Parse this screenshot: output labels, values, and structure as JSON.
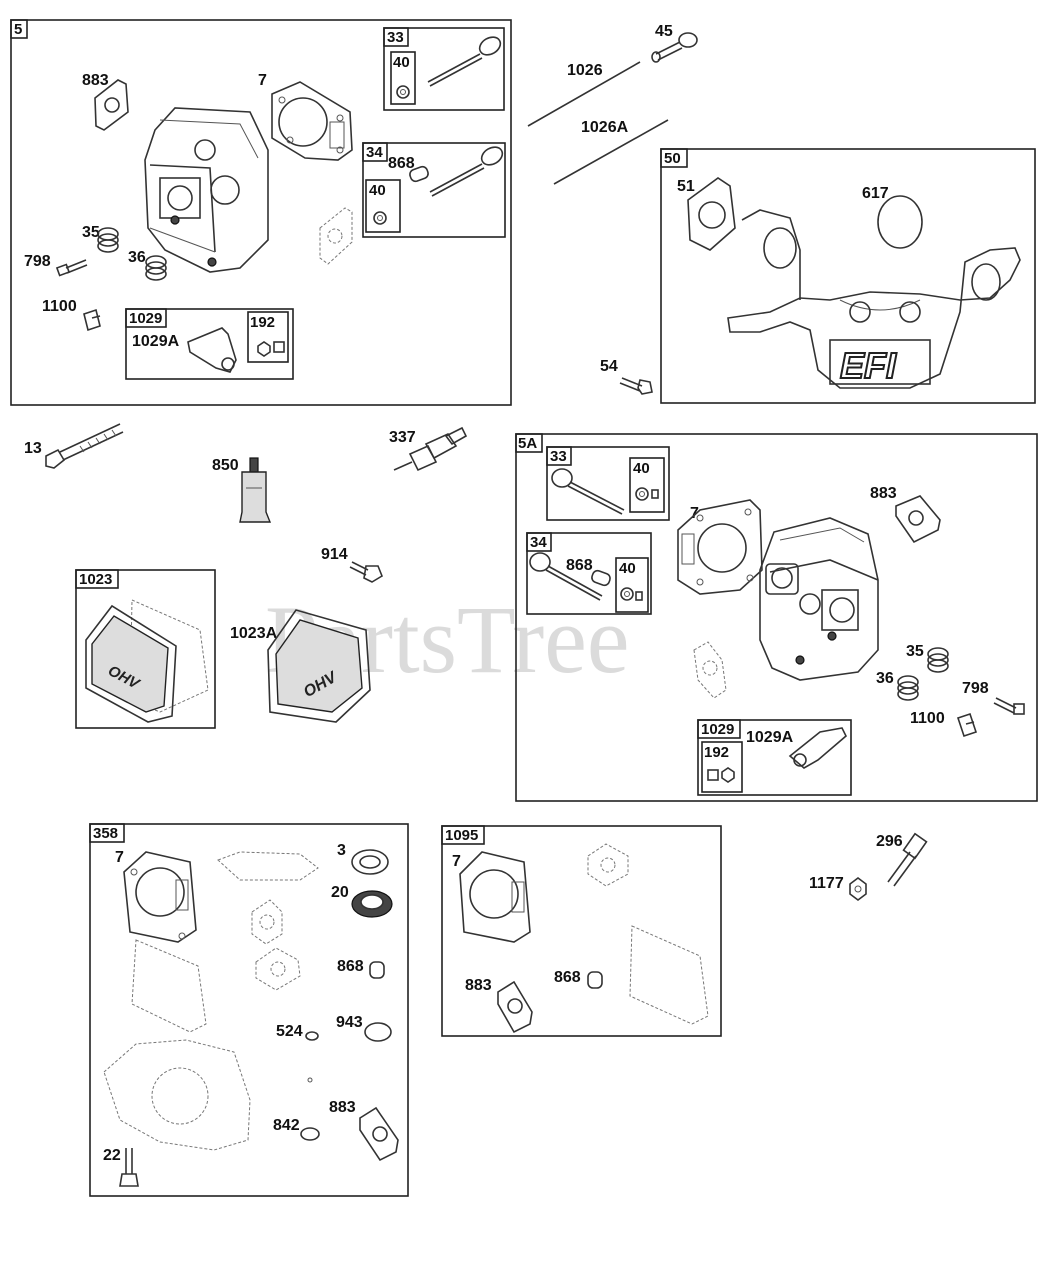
{
  "watermark": "PartsTree",
  "box_tags": {
    "b5": "5",
    "b33a": "33",
    "b40a": "40",
    "b34a": "34",
    "b40b": "40",
    "b1029a": "1029",
    "b192a": "192",
    "b50": "50",
    "b5A": "5A",
    "b33b": "33",
    "b40c": "40",
    "b34b": "34",
    "b40d": "40",
    "b1029b": "1029",
    "b192b": "192",
    "b1023": "1023",
    "b358": "358",
    "b1095": "1095"
  },
  "labels": {
    "l883a": "883",
    "l7a": "7",
    "l868a": "868",
    "l35a": "35",
    "l798a": "798",
    "l36a": "36",
    "l1100a": "1100",
    "l1029Aa": "1029A",
    "l45": "45",
    "l1026": "1026",
    "l1026A": "1026A",
    "l51": "51",
    "l617": "617",
    "l54": "54",
    "l13": "13",
    "l850": "850",
    "l337": "337",
    "l914": "914",
    "l1023A": "1023A",
    "l7b": "7",
    "l883b": "883",
    "l868b": "868",
    "l35b": "35",
    "l36b": "36",
    "l798b": "798",
    "l1100b": "1100",
    "l1029Ab": "1029A",
    "l7c": "7",
    "l3": "3",
    "l20": "20",
    "l868c": "868",
    "l524": "524",
    "l943": "943",
    "l883c": "883",
    "l842": "842",
    "l22": "22",
    "l7d": "7",
    "l883d": "883",
    "l868d": "868",
    "l296": "296",
    "l1177": "1177"
  },
  "icons": [
    "valve",
    "valve-seal",
    "cylinder-head",
    "head-gasket",
    "valve-spring",
    "bolt",
    "rocker-arm",
    "push-rod",
    "intake-manifold",
    "o-ring",
    "spark-plug",
    "sealant-tube",
    "valve-cover",
    "gasket",
    "oil-seal",
    "nut",
    "breather-tube"
  ],
  "printed_text": {
    "efi": "EFI",
    "ohv": "OHV"
  }
}
